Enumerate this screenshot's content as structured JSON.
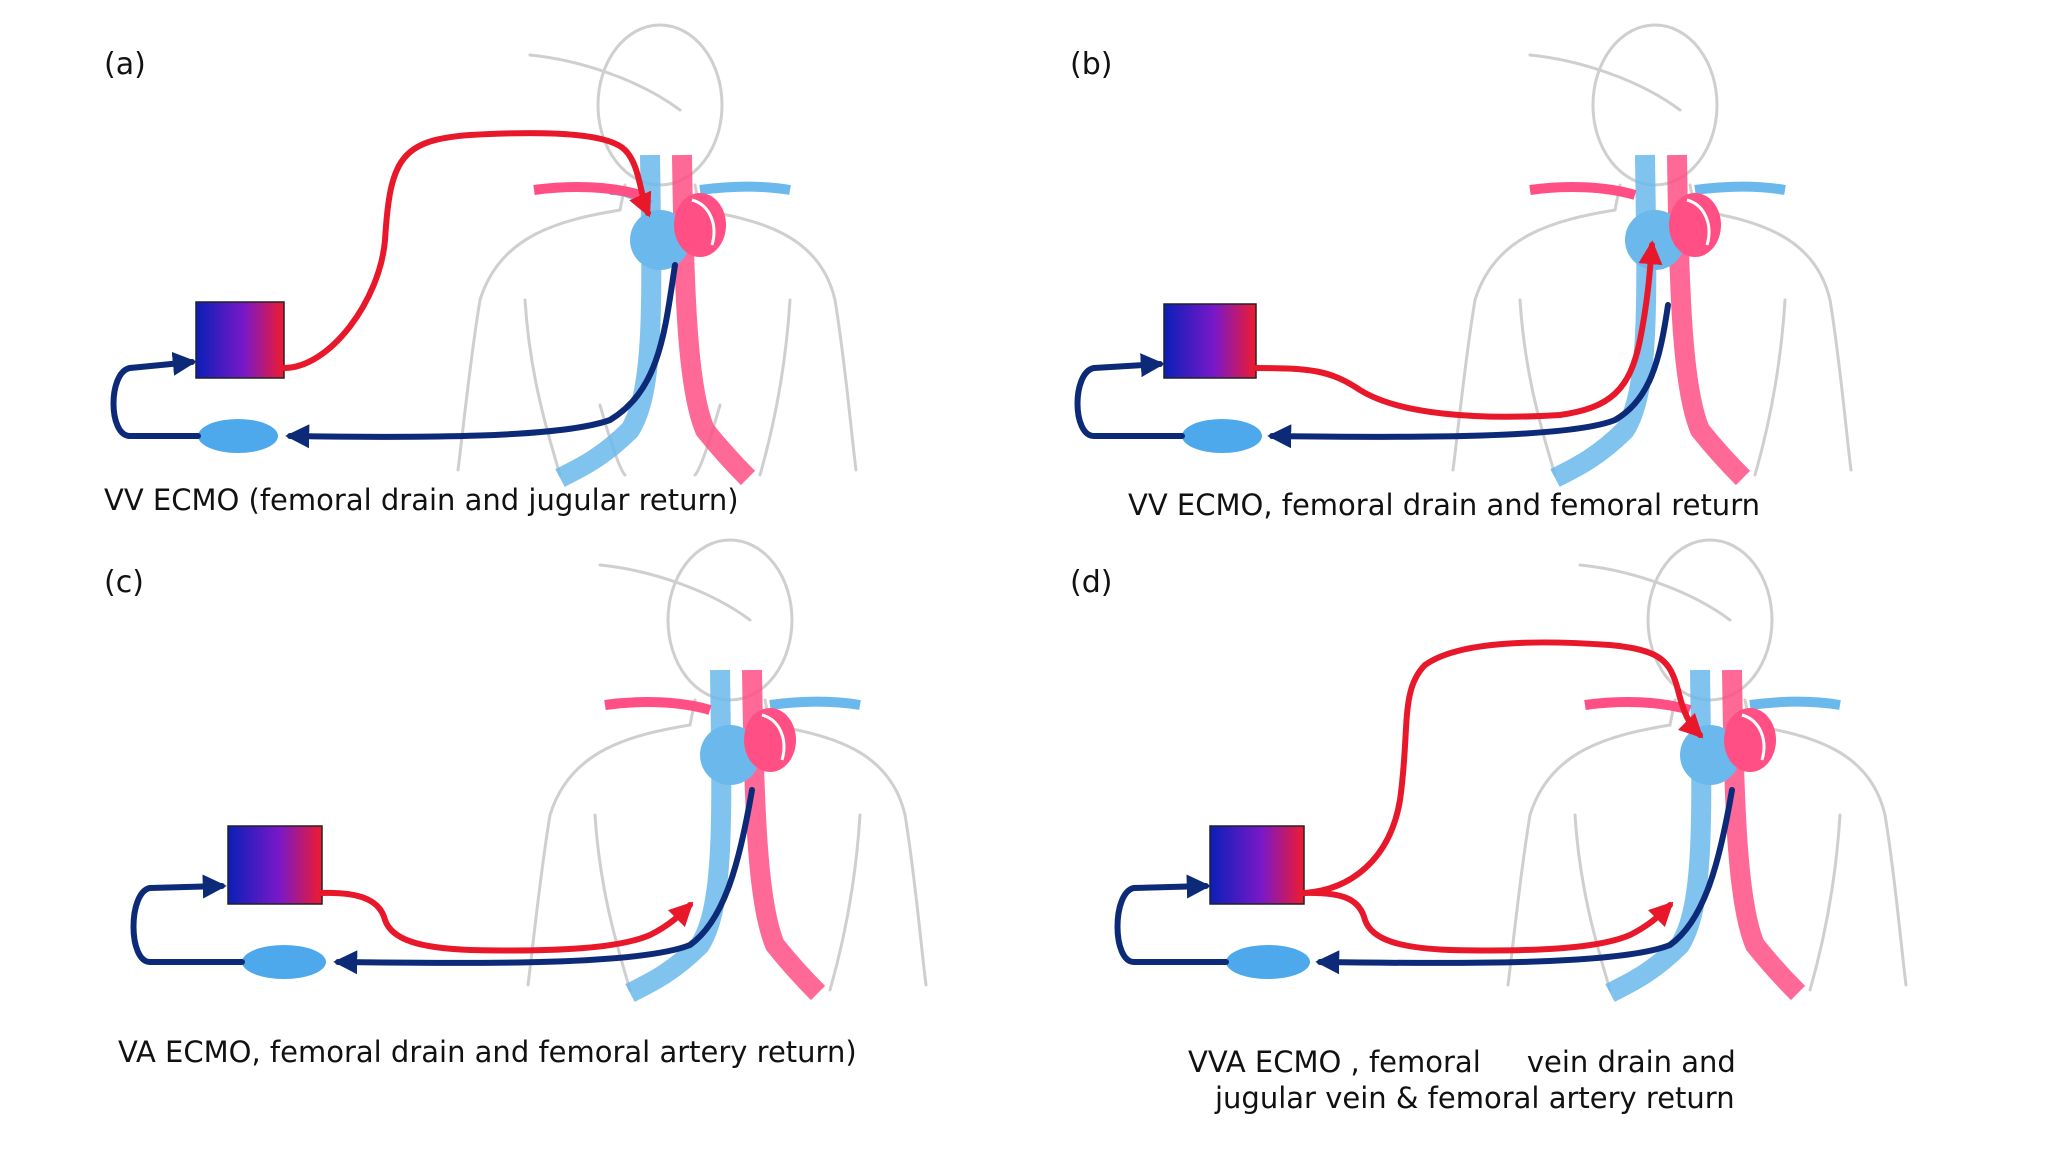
{
  "colors": {
    "oxygenated": "#e8182a",
    "deoxygenated": "#0d2a78",
    "vein": "#6ab8ec",
    "artery": "#ff4f85",
    "pump": "#4ea8ec",
    "body_outline": "#cfcfcf"
  },
  "panels": [
    {
      "id": "a",
      "letter": "(a)",
      "caption_lines": [
        "VV ECMO (femoral drain and jugular return)"
      ]
    },
    {
      "id": "b",
      "letter": "(b)",
      "caption_lines": [
        "VV ECMO, femoral drain and femoral return"
      ]
    },
    {
      "id": "c",
      "letter": "(c)",
      "caption_lines": [
        "VA ECMO, femoral drain and femoral artery return)"
      ]
    },
    {
      "id": "d",
      "letter": "(d)",
      "caption_lines": [
        "VVA ECMO , femoral     vein drain and",
        "jugular vein & femoral artery return"
      ]
    }
  ]
}
